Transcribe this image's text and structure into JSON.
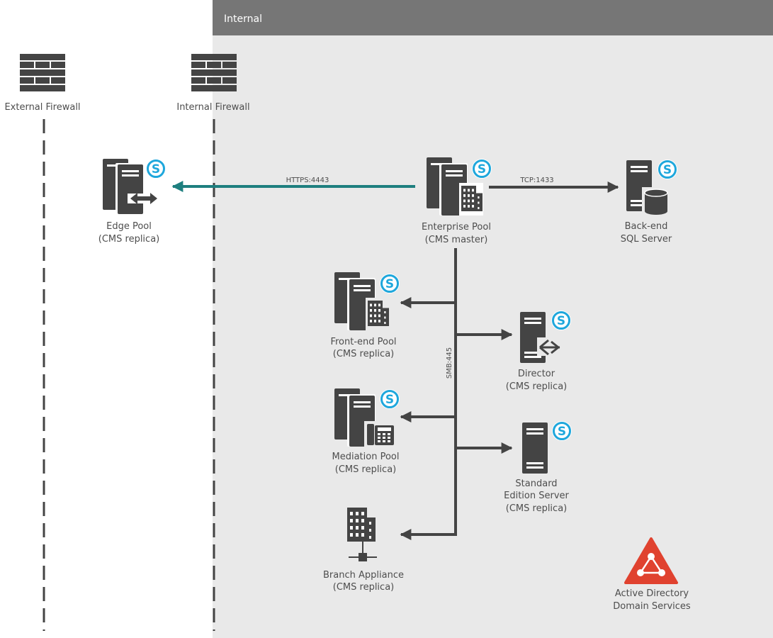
{
  "zone": {
    "title": "Internal"
  },
  "firewalls": {
    "external": "External Firewall",
    "internal": "Internal Firewall"
  },
  "nodes": {
    "edge_pool": {
      "line1": "Edge Pool",
      "line2": "(CMS replica)"
    },
    "enterprise_pool": {
      "line1": "Enterprise Pool",
      "line2": "(CMS master)"
    },
    "backend_sql": {
      "line1": "Back-end",
      "line2": "SQL Server"
    },
    "frontend_pool": {
      "line1": "Front-end Pool",
      "line2": "(CMS replica)"
    },
    "director": {
      "line1": "Director",
      "line2": "(CMS replica)"
    },
    "mediation_pool": {
      "line1": "Mediation Pool",
      "line2": "(CMS replica)"
    },
    "standard_edition": {
      "line1": "Standard",
      "line2": "Edition Server",
      "line3": "(CMS replica)"
    },
    "branch_appliance": {
      "line1": "Branch Appliance",
      "line2": "(CMS replica)"
    },
    "active_directory": {
      "line1": "Active Directory",
      "line2": "Domain Services"
    }
  },
  "connections": {
    "https": "HTTPS:4443",
    "tcp": "TCP:1433",
    "smb": "SMB:445"
  },
  "colors": {
    "zone_header": "#767676",
    "zone_fill": "#e9e9e9",
    "icon": "#444444",
    "connector": "#444444",
    "https_link": "#1e7f7f",
    "skype_badge": "#1ea7dc",
    "ad_red": "#e0422f"
  }
}
